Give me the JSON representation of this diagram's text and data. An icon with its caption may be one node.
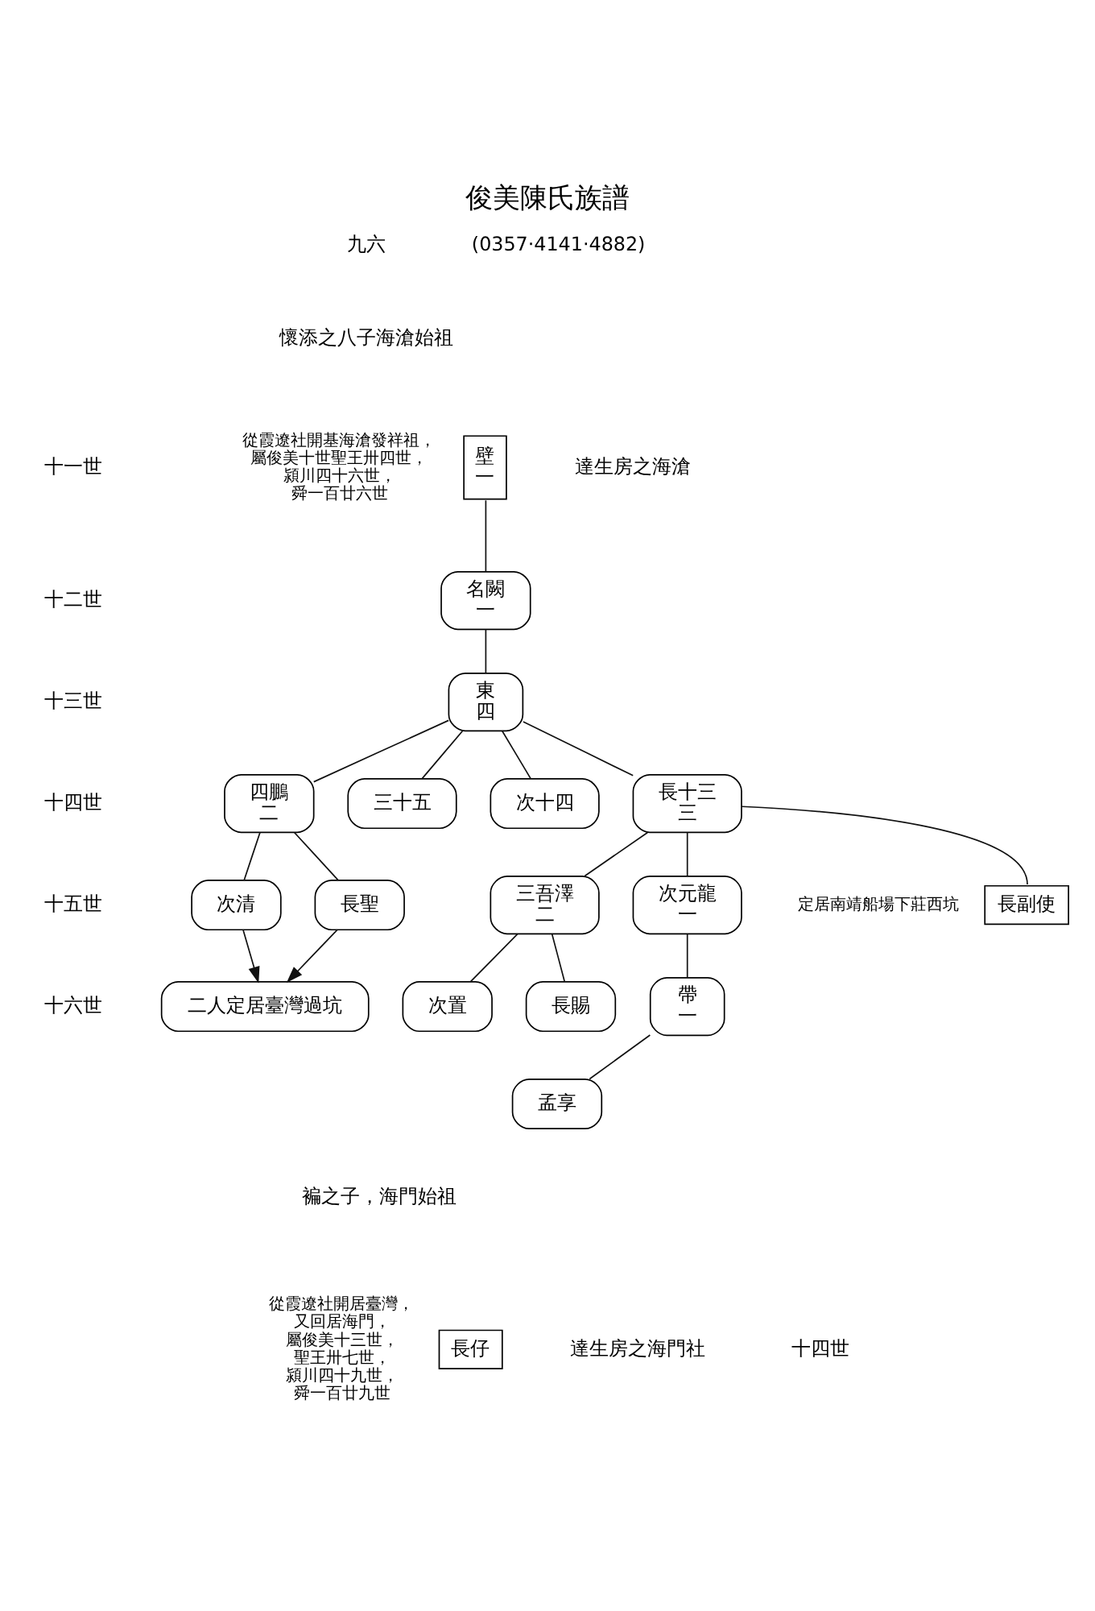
{
  "diagram": {
    "title": "俊美陳氏族譜",
    "nodes": [
      {
        "text": [
          "壁",
          "一"
        ],
        "beside": [
          "從霞遼社開基海滄發祥祖，屬俊美十世聖王卅四世，潁川四十六世，舜一百廿六世"
        ]
      },
      {
        "text": [
          "名闕",
          "一"
        ]
      },
      {
        "text": [
          "東",
          "四"
        ]
      },
      {
        "text": [
          "四鵬",
          "二"
        ]
      },
      {
        "text": [
          "三十五"
        ]
      },
      {
        "text": [
          "次十四"
        ]
      },
      {
        "text": [
          "長十三",
          "三"
        ]
      },
      {
        "text": [
          "次清"
        ]
      },
      {
        "text": [
          "長聖"
        ]
      },
      {
        "text": [
          "三吾澤",
          "二"
        ]
      },
      {
        "text": [
          "次元龍",
          "一"
        ]
      },
      {
        "text": [
          "長副使"
        ],
        "beside": [
          "定居南靖船場下莊西坑"
        ]
      },
      {
        "text": [
          "二人定居臺灣過坑"
        ]
      },
      {
        "text": [
          "次置"
        ]
      },
      {
        "text": [
          "長賜"
        ]
      },
      {
        "text": [
          "帶",
          "一"
        ]
      },
      {
        "text": [
          "孟享"
        ]
      },
      {
        "text": [
          "長仔"
        ],
        "beside": [
          "從霞遼社開居臺灣，又回居海門，屬俊美十三世，聖王卅七世，潁川四十九世，舜一百廿九世"
        ]
      }
    ],
    "edges": [
      {
        "from": 0,
        "to": 1,
        "arrow": "none"
      },
      {
        "from": 1,
        "to": 2,
        "arrow": "none"
      },
      {
        "from": 2,
        "to": 3,
        "arrow": "none"
      },
      {
        "from": 2,
        "to": 4,
        "arrow": "none"
      },
      {
        "from": 2,
        "to": 5,
        "arrow": "none"
      },
      {
        "from": 2,
        "to": 6,
        "arrow": "none"
      },
      {
        "from": 3,
        "to": 7,
        "arrow": "none"
      },
      {
        "from": 3,
        "to": 8,
        "arrow": "none"
      },
      {
        "from": 6,
        "to": 9,
        "arrow": "none"
      },
      {
        "from": 6,
        "to": 10,
        "arrow": "none"
      },
      {
        "from": 6,
        "to": 11,
        "arrow": "none"
      },
      {
        "from": 7,
        "to": 12,
        "arrow": "to"
      },
      {
        "from": 8,
        "to": 12,
        "arrow": "to"
      },
      {
        "from": 9,
        "to": 13,
        "arrow": "none"
      },
      {
        "from": 9,
        "to": 14,
        "arrow": "none"
      },
      {
        "from": 10,
        "to": 15,
        "arrow": "none"
      },
      {
        "from": 15,
        "to": 16,
        "arrow": "none"
      }
    ],
    "labels": [
      "九六",
      "(0357·4141·4882)",
      "懷添之八子海滄始祖",
      "達生房之海滄",
      "十一世",
      "十二世",
      "十三世",
      "十四世",
      "十五世",
      "十六世",
      "褊之子，海門始祖",
      "達生房之海門社",
      "十四世"
    ]
  }
}
